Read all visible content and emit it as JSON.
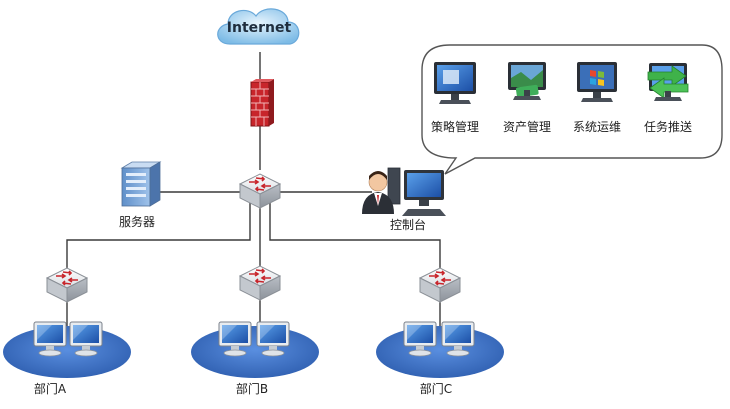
{
  "diagram": {
    "internet_label": "Internet",
    "server_label": "服务器",
    "console_label": "控制台",
    "callout_items": [
      {
        "label": "策略管理",
        "icon": "monitor-icon"
      },
      {
        "label": "资产管理",
        "icon": "asset-monitor-icon"
      },
      {
        "label": "系统运维",
        "icon": "windows-monitor-icon"
      },
      {
        "label": "任务推送",
        "icon": "push-arrows-icon"
      }
    ],
    "departments": [
      {
        "label": "部门A"
      },
      {
        "label": "部门B"
      },
      {
        "label": "部门C"
      }
    ],
    "colors": {
      "cloud": "#8cc6ec",
      "link": "#3a3a3a",
      "firewall": "#c8252b",
      "switch_arrow": "#c8252b",
      "dept_ellipse": "#3c6fc4"
    }
  }
}
